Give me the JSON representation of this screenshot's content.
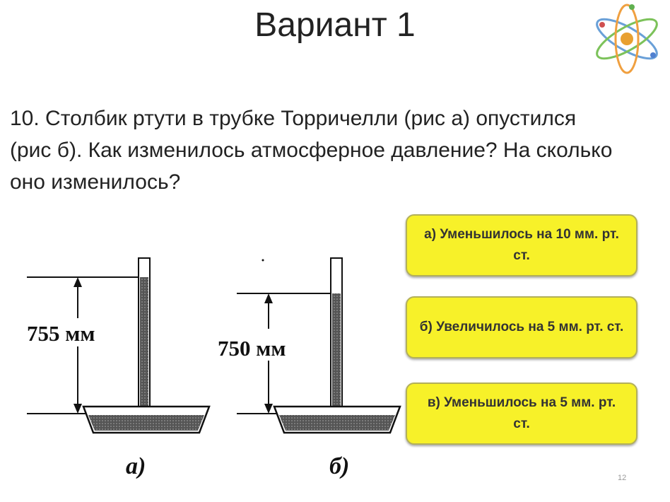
{
  "slide": {
    "title": "Вариант 1",
    "question": "10. Столбик ртути в трубке Торричелли (рис а) опустился (рис б). Как изменилось атмосферное давление? На сколько оно изменилось?",
    "page_number": "12"
  },
  "figure": {
    "a": {
      "height_label": "755 мм",
      "caption": "а)"
    },
    "b": {
      "height_label": "750 мм",
      "caption": "б)"
    }
  },
  "answers": [
    {
      "label": "а) Уменьшилось на 10 мм. рт. ст."
    },
    {
      "label": "б) Увеличилось на 5 мм. рт. ст."
    },
    {
      "label": "в) Уменьшилось на 5 мм. рт. ст."
    }
  ],
  "colors": {
    "answer_fill": "#f7f129",
    "answer_border": "#b3b05a",
    "mercury": "#3a3a3a"
  },
  "icons": [
    "atom-icon",
    "up-arrow-icon",
    "down-arrow-icon"
  ]
}
